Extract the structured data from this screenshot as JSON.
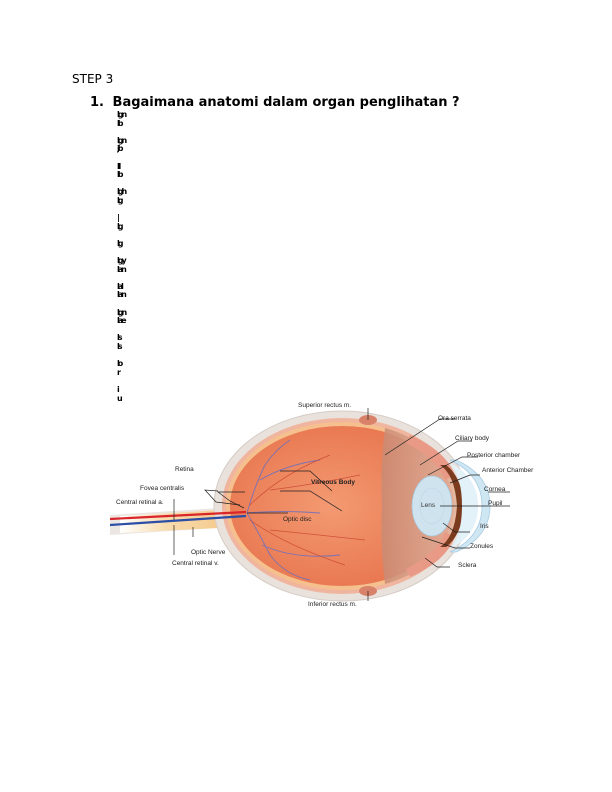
{
  "document": {
    "heading": "STEP 3",
    "question": {
      "number": "1.",
      "text": "Bagaimana anatomi dalam organ penglihatan ?"
    },
    "garbled_lines": [
      "lgn",
      "lb",
      "",
      "lgn",
      "jb",
      "",
      "lil",
      "lb",
      "",
      "lgh",
      "lg",
      "",
      "|",
      "lg",
      "",
      "lg",
      "",
      "lgy",
      "lan",
      "",
      "lal",
      "lan",
      "",
      "lgn",
      "lae",
      "",
      "ls",
      "ls",
      "",
      "lo",
      "r",
      "",
      "i",
      "u"
    ]
  },
  "figure": {
    "title": "Eye anatomy diagram",
    "labels": {
      "superior_rectus": "Superior rectus m.",
      "ora_serrata": "Ora serrata",
      "ciliary_body": "Ciliary body",
      "posterior_chamber": "Posterior chamber",
      "anterior_chamber": "Anterior Chamber",
      "cornea": "Cornea",
      "pupil": "Pupil",
      "iris": "Iris",
      "zonules": "Zonules",
      "sclera": "Sclera",
      "lens": "Lens",
      "vitreous_body": "Vitreous Body",
      "optic_disc": "Optic disc",
      "retina": "Retina",
      "fovea_centralis": "Fovea centralis",
      "central_retinal_a": "Central retinal a.",
      "optic_nerve": "Optic Nerve",
      "central_retinal_v": "Central retinal v.",
      "inferior_rectus": "Inferior rectus m."
    },
    "colors": {
      "sclera": "#e8dfd8",
      "choroid": "#f2b39a",
      "vitreous": "#ee8a63",
      "lens": "#cfe3ef",
      "cornea": "#d9ecf7",
      "iris": "#7a3b1e",
      "artery": "#d8262a",
      "vein": "#2c4ea6",
      "nerve": "#f6cf95"
    }
  }
}
